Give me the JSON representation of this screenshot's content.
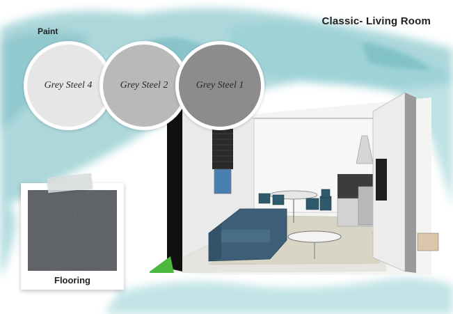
{
  "title": "Classic- Living Room",
  "paint": {
    "label": "Paint",
    "swatches": [
      {
        "name": "Grey Steel 4",
        "color": "#e6e6e6"
      },
      {
        "name": "Grey Steel 2",
        "color": "#b9b9b9"
      },
      {
        "name": "Grey Steel 1",
        "color": "#8c8c8c"
      }
    ]
  },
  "flooring": {
    "label": "Flooring",
    "color": "#4a4d52"
  },
  "colors": {
    "teal_wash": "#9fd1d5",
    "sofa": "#3d5f78",
    "rug": "#d8d5c5",
    "lawn": "#4cb83e"
  }
}
